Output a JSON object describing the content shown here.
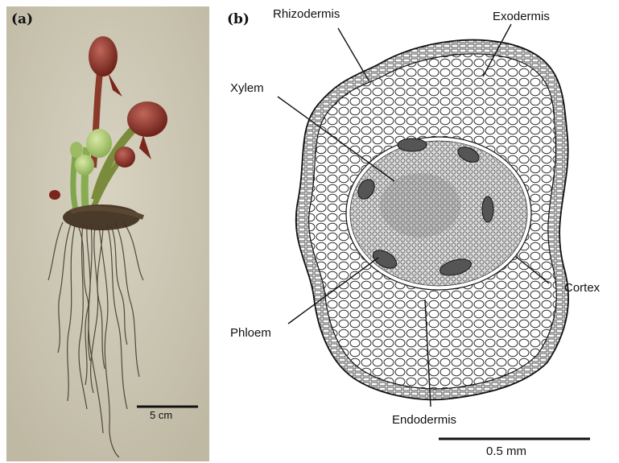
{
  "panel_a": {
    "label": "(a)",
    "scale_bar_label": "5 cm"
  },
  "panel_b": {
    "label": "(b)",
    "scale_bar_label": "0.5 mm",
    "callouts": {
      "rhizodermis": "Rhizodermis",
      "exodermis": "Exodermis",
      "xylem": "Xylem",
      "cortex": "Cortex",
      "phloem": "Phloem",
      "endodermis": "Endodermis"
    }
  },
  "colors": {
    "photo_background": "#cfc9b5",
    "pitcher_red": "#8a2f24",
    "stem_green": "#7fa64a",
    "roots": "#3a3128",
    "line_ink": "#111111",
    "phloem_fill": "#444444"
  }
}
